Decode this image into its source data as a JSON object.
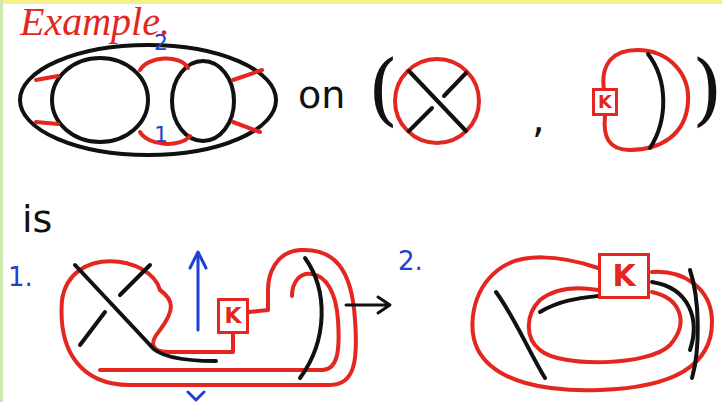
{
  "diagram": {
    "nodes": [
      {
        "text": [
          "K"
        ]
      },
      {
        "text": [
          "K"
        ]
      },
      {
        "text": [
          "K"
        ]
      }
    ],
    "labels": [
      "Example.",
      "2",
      "1",
      "on",
      "(",
      ",",
      ")",
      "is",
      "1.",
      "2."
    ]
  }
}
